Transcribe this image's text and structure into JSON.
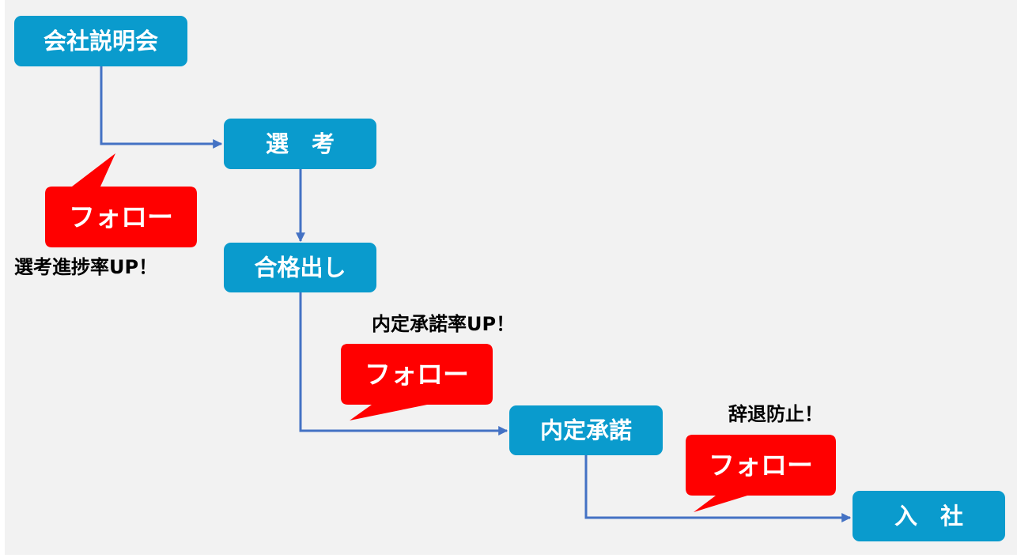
{
  "colors": {
    "background": "#f2f2f2",
    "step_fill": "#0a9bcd",
    "step_text": "#ffffff",
    "connector": "#4472c4",
    "callout_fill": "#ff0000",
    "callout_text": "#ffffff",
    "note_text": "#000000"
  },
  "steps": [
    {
      "label": "会社説明会"
    },
    {
      "label": "選　考"
    },
    {
      "label": "合格出し"
    },
    {
      "label": "内定承諾"
    },
    {
      "label": "入　社"
    }
  ],
  "callouts": [
    {
      "label": "フォロー",
      "note": "選考進捗率UP！"
    },
    {
      "label": "フォロー",
      "note": "内定承諾率UP！"
    },
    {
      "label": "フォロー",
      "note": "辞退防止！"
    }
  ]
}
